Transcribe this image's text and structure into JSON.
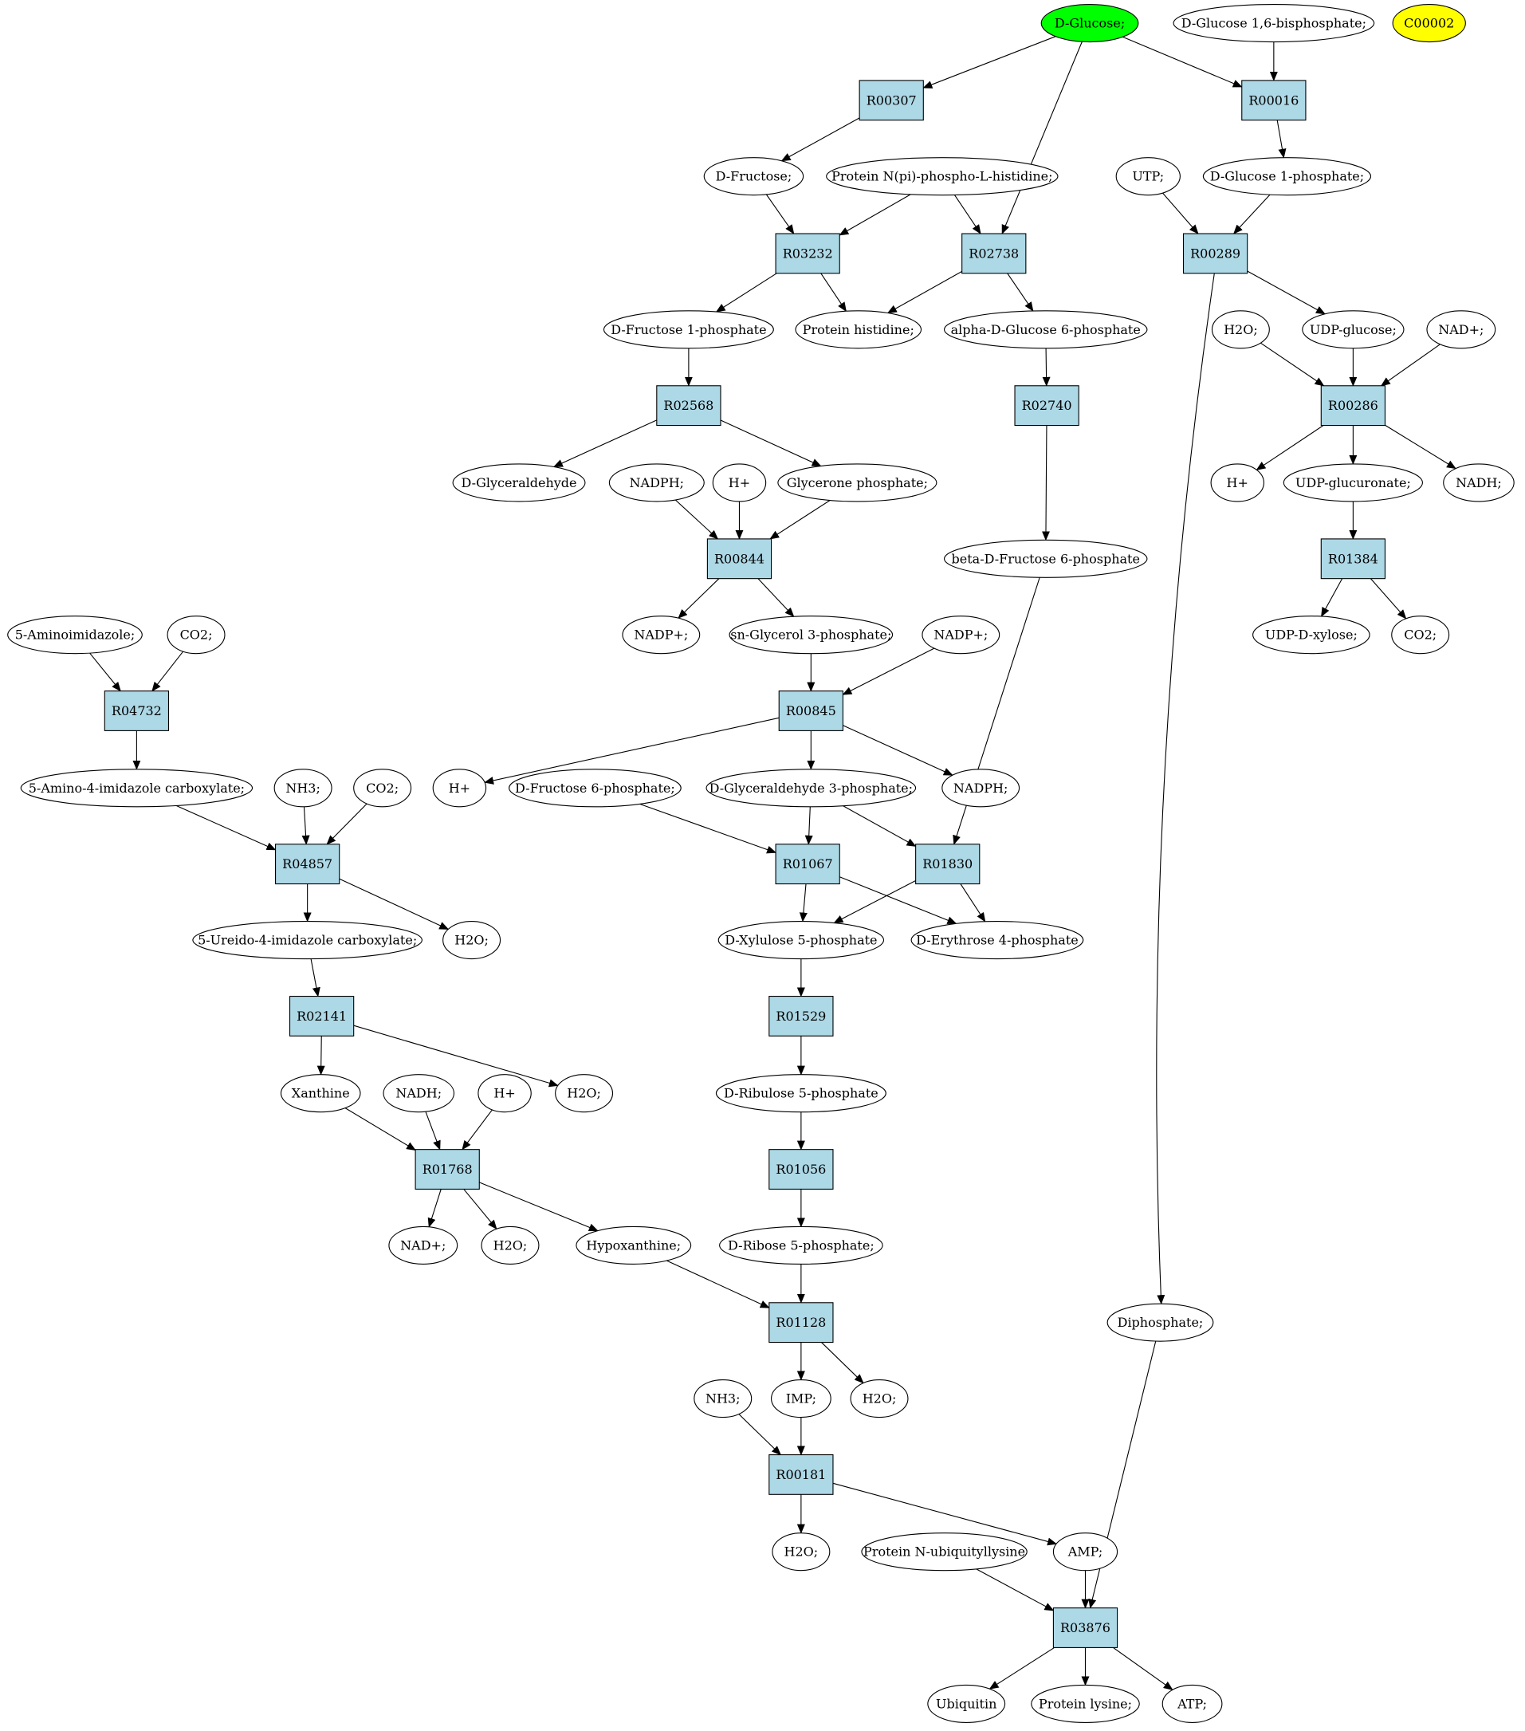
{
  "colors": {
    "reaction_fill": "#add8e6",
    "compound_fill": "#ffffff",
    "highlight_fill": "#00ff00",
    "extra_fill": "#ffff00",
    "stroke": "#000000"
  },
  "nodes": [
    {
      "id": "glc",
      "label": "D-Glucose;",
      "kind": "compound",
      "fill": "highlight"
    },
    {
      "id": "g16bp",
      "label": "D-Glucose 1,6-bisphosphate;",
      "kind": "compound"
    },
    {
      "id": "c00002",
      "label": "C00002",
      "kind": "compound",
      "fill": "extra"
    },
    {
      "id": "R00307",
      "label": "R00307",
      "kind": "reaction"
    },
    {
      "id": "R00016",
      "label": "R00016",
      "kind": "reaction"
    },
    {
      "id": "fru",
      "label": "D-Fructose;",
      "kind": "compound"
    },
    {
      "id": "pnphis",
      "label": "Protein N(pi)-phospho-L-histidine;",
      "kind": "compound"
    },
    {
      "id": "utp",
      "label": "UTP;",
      "kind": "compound"
    },
    {
      "id": "g1p",
      "label": "D-Glucose 1-phosphate;",
      "kind": "compound"
    },
    {
      "id": "R03232",
      "label": "R03232",
      "kind": "reaction"
    },
    {
      "id": "R02738",
      "label": "R02738",
      "kind": "reaction"
    },
    {
      "id": "R00289",
      "label": "R00289",
      "kind": "reaction"
    },
    {
      "id": "f1p",
      "label": "D-Fructose 1-phosphate",
      "kind": "compound"
    },
    {
      "id": "phis",
      "label": "Protein histidine;",
      "kind": "compound"
    },
    {
      "id": "ag6p",
      "label": "alpha-D-Glucose 6-phosphate",
      "kind": "compound"
    },
    {
      "id": "h2o_a",
      "label": "H2O;",
      "kind": "compound"
    },
    {
      "id": "udpg",
      "label": "UDP-glucose;",
      "kind": "compound"
    },
    {
      "id": "nadp_a",
      "label": "NAD+;",
      "kind": "compound"
    },
    {
      "id": "R02568",
      "label": "R02568",
      "kind": "reaction"
    },
    {
      "id": "R02740",
      "label": "R02740",
      "kind": "reaction"
    },
    {
      "id": "R00286",
      "label": "R00286",
      "kind": "reaction"
    },
    {
      "id": "glyald",
      "label": "D-Glyceraldehyde",
      "kind": "compound"
    },
    {
      "id": "nadph_a",
      "label": "NADPH;",
      "kind": "compound"
    },
    {
      "id": "hplus_a",
      "label": "H+",
      "kind": "compound"
    },
    {
      "id": "dhap",
      "label": "Glycerone phosphate;",
      "kind": "compound"
    },
    {
      "id": "hplus_b",
      "label": "H+",
      "kind": "compound"
    },
    {
      "id": "udpgluc",
      "label": "UDP-glucuronate;",
      "kind": "compound"
    },
    {
      "id": "nadh_a",
      "label": "NADH;",
      "kind": "compound"
    },
    {
      "id": "R00844",
      "label": "R00844",
      "kind": "reaction"
    },
    {
      "id": "bf6p",
      "label": "beta-D-Fructose 6-phosphate",
      "kind": "compound"
    },
    {
      "id": "R01384",
      "label": "R01384",
      "kind": "reaction"
    },
    {
      "id": "aimid",
      "label": "5-Aminoimidazole;",
      "kind": "compound"
    },
    {
      "id": "co2_a",
      "label": "CO2;",
      "kind": "compound"
    },
    {
      "id": "nadpp_a",
      "label": "NADP+;",
      "kind": "compound"
    },
    {
      "id": "g3p",
      "label": "sn-Glycerol 3-phosphate;",
      "kind": "compound"
    },
    {
      "id": "nadpp_b",
      "label": "NADP+;",
      "kind": "compound"
    },
    {
      "id": "udpxyl",
      "label": "UDP-D-xylose;",
      "kind": "compound"
    },
    {
      "id": "co2_b",
      "label": "CO2;",
      "kind": "compound"
    },
    {
      "id": "R04732",
      "label": "R04732",
      "kind": "reaction"
    },
    {
      "id": "R00845",
      "label": "R00845",
      "kind": "reaction"
    },
    {
      "id": "aicarb",
      "label": "5-Amino-4-imidazole carboxylate;",
      "kind": "compound"
    },
    {
      "id": "nh3_a",
      "label": "NH3;",
      "kind": "compound"
    },
    {
      "id": "co2_c",
      "label": "CO2;",
      "kind": "compound"
    },
    {
      "id": "hplus_c",
      "label": "H+",
      "kind": "compound"
    },
    {
      "id": "f6p",
      "label": "D-Fructose 6-phosphate;",
      "kind": "compound"
    },
    {
      "id": "gap",
      "label": "D-Glyceraldehyde 3-phosphate;",
      "kind": "compound"
    },
    {
      "id": "nadph_b",
      "label": "NADPH;",
      "kind": "compound"
    },
    {
      "id": "R04857",
      "label": "R04857",
      "kind": "reaction"
    },
    {
      "id": "R01067",
      "label": "R01067",
      "kind": "reaction"
    },
    {
      "id": "R01830",
      "label": "R01830",
      "kind": "reaction"
    },
    {
      "id": "uicarb",
      "label": "5-Ureido-4-imidazole carboxylate;",
      "kind": "compound"
    },
    {
      "id": "h2o_b",
      "label": "H2O;",
      "kind": "compound"
    },
    {
      "id": "x5p",
      "label": "D-Xylulose 5-phosphate",
      "kind": "compound"
    },
    {
      "id": "e4p",
      "label": "D-Erythrose 4-phosphate",
      "kind": "compound"
    },
    {
      "id": "R02141",
      "label": "R02141",
      "kind": "reaction"
    },
    {
      "id": "R01529",
      "label": "R01529",
      "kind": "reaction"
    },
    {
      "id": "xan",
      "label": "Xanthine",
      "kind": "compound"
    },
    {
      "id": "nadh_b",
      "label": "NADH;",
      "kind": "compound"
    },
    {
      "id": "hplus_d",
      "label": "H+",
      "kind": "compound"
    },
    {
      "id": "h2o_c",
      "label": "H2O;",
      "kind": "compound"
    },
    {
      "id": "ru5p",
      "label": "D-Ribulose 5-phosphate",
      "kind": "compound"
    },
    {
      "id": "R01768",
      "label": "R01768",
      "kind": "reaction"
    },
    {
      "id": "R01056",
      "label": "R01056",
      "kind": "reaction"
    },
    {
      "id": "nadp_b",
      "label": "NAD+;",
      "kind": "compound"
    },
    {
      "id": "h2o_d",
      "label": "H2O;",
      "kind": "compound"
    },
    {
      "id": "hypx",
      "label": "Hypoxanthine;",
      "kind": "compound"
    },
    {
      "id": "r5p",
      "label": "D-Ribose 5-phosphate;",
      "kind": "compound"
    },
    {
      "id": "R01128",
      "label": "R01128",
      "kind": "reaction"
    },
    {
      "id": "diph",
      "label": "Diphosphate;",
      "kind": "compound"
    },
    {
      "id": "nh3_b",
      "label": "NH3;",
      "kind": "compound"
    },
    {
      "id": "imp",
      "label": "IMP;",
      "kind": "compound"
    },
    {
      "id": "h2o_e",
      "label": "H2O;",
      "kind": "compound"
    },
    {
      "id": "R00181",
      "label": "R00181",
      "kind": "reaction"
    },
    {
      "id": "h2o_f",
      "label": "H2O;",
      "kind": "compound"
    },
    {
      "id": "pnubq",
      "label": "Protein N-ubiquityllysine",
      "kind": "compound"
    },
    {
      "id": "amp",
      "label": "AMP;",
      "kind": "compound"
    },
    {
      "id": "R03876",
      "label": "R03876",
      "kind": "reaction"
    },
    {
      "id": "ubq",
      "label": "Ubiquitin",
      "kind": "compound"
    },
    {
      "id": "plys",
      "label": "Protein lysine;",
      "kind": "compound"
    },
    {
      "id": "atp",
      "label": "ATP;",
      "kind": "compound"
    }
  ],
  "edges": [
    [
      "glc",
      "R00307"
    ],
    [
      "glc",
      "R02738"
    ],
    [
      "glc",
      "R00016"
    ],
    [
      "g16bp",
      "R00016"
    ],
    [
      "R00307",
      "fru"
    ],
    [
      "R00016",
      "g1p"
    ],
    [
      "fru",
      "R03232"
    ],
    [
      "pnphis",
      "R03232"
    ],
    [
      "pnphis",
      "R02738"
    ],
    [
      "utp",
      "R00289"
    ],
    [
      "g1p",
      "R00289"
    ],
    [
      "R03232",
      "f1p"
    ],
    [
      "R03232",
      "phis"
    ],
    [
      "R02738",
      "phis"
    ],
    [
      "R02738",
      "ag6p"
    ],
    [
      "R00289",
      "udpg"
    ],
    [
      "R00289",
      "diph"
    ],
    [
      "f1p",
      "R02568"
    ],
    [
      "ag6p",
      "R02740"
    ],
    [
      "h2o_a",
      "R00286"
    ],
    [
      "udpg",
      "R00286"
    ],
    [
      "nadp_a",
      "R00286"
    ],
    [
      "R02568",
      "glyald"
    ],
    [
      "R02568",
      "dhap"
    ],
    [
      "R00286",
      "hplus_b"
    ],
    [
      "R00286",
      "udpgluc"
    ],
    [
      "R00286",
      "nadh_a"
    ],
    [
      "nadph_a",
      "R00844"
    ],
    [
      "hplus_a",
      "R00844"
    ],
    [
      "dhap",
      "R00844"
    ],
    [
      "R02740",
      "bf6p"
    ],
    [
      "udpgluc",
      "R01384"
    ],
    [
      "R00844",
      "nadpp_a"
    ],
    [
      "R00844",
      "g3p"
    ],
    [
      "R01384",
      "udpxyl"
    ],
    [
      "R01384",
      "co2_b"
    ],
    [
      "aimid",
      "R04732"
    ],
    [
      "co2_a",
      "R04732"
    ],
    [
      "g3p",
      "R00845"
    ],
    [
      "nadpp_b",
      "R00845"
    ],
    [
      "R04732",
      "aicarb"
    ],
    [
      "R00845",
      "hplus_c"
    ],
    [
      "R00845",
      "gap"
    ],
    [
      "R00845",
      "nadph_b"
    ],
    [
      "aicarb",
      "R04857"
    ],
    [
      "nh3_a",
      "R04857"
    ],
    [
      "co2_c",
      "R04857"
    ],
    [
      "f6p",
      "R01067"
    ],
    [
      "gap",
      "R01067"
    ],
    [
      "gap",
      "R01830"
    ],
    [
      "bf6p",
      "R01830"
    ],
    [
      "R04857",
      "uicarb"
    ],
    [
      "R04857",
      "h2o_b"
    ],
    [
      "R01067",
      "x5p"
    ],
    [
      "R01067",
      "e4p"
    ],
    [
      "R01830",
      "x5p"
    ],
    [
      "R01830",
      "e4p"
    ],
    [
      "uicarb",
      "R02141"
    ],
    [
      "x5p",
      "R01529"
    ],
    [
      "R02141",
      "xan"
    ],
    [
      "R02141",
      "h2o_c"
    ],
    [
      "R01529",
      "ru5p"
    ],
    [
      "xan",
      "R01768"
    ],
    [
      "nadh_b",
      "R01768"
    ],
    [
      "hplus_d",
      "R01768"
    ],
    [
      "ru5p",
      "R01056"
    ],
    [
      "R01768",
      "nadp_b"
    ],
    [
      "R01768",
      "h2o_d"
    ],
    [
      "R01768",
      "hypx"
    ],
    [
      "R01056",
      "r5p"
    ],
    [
      "hypx",
      "R01128"
    ],
    [
      "r5p",
      "R01128"
    ],
    [
      "R01128",
      "imp"
    ],
    [
      "R01128",
      "h2o_e"
    ],
    [
      "nh3_b",
      "R00181"
    ],
    [
      "imp",
      "R00181"
    ],
    [
      "R00181",
      "h2o_f"
    ],
    [
      "R00181",
      "amp"
    ],
    [
      "pnubq",
      "R03876"
    ],
    [
      "amp",
      "R03876"
    ],
    [
      "diph",
      "R03876"
    ],
    [
      "R03876",
      "ubq"
    ],
    [
      "R03876",
      "plys"
    ],
    [
      "R03876",
      "atp"
    ]
  ]
}
